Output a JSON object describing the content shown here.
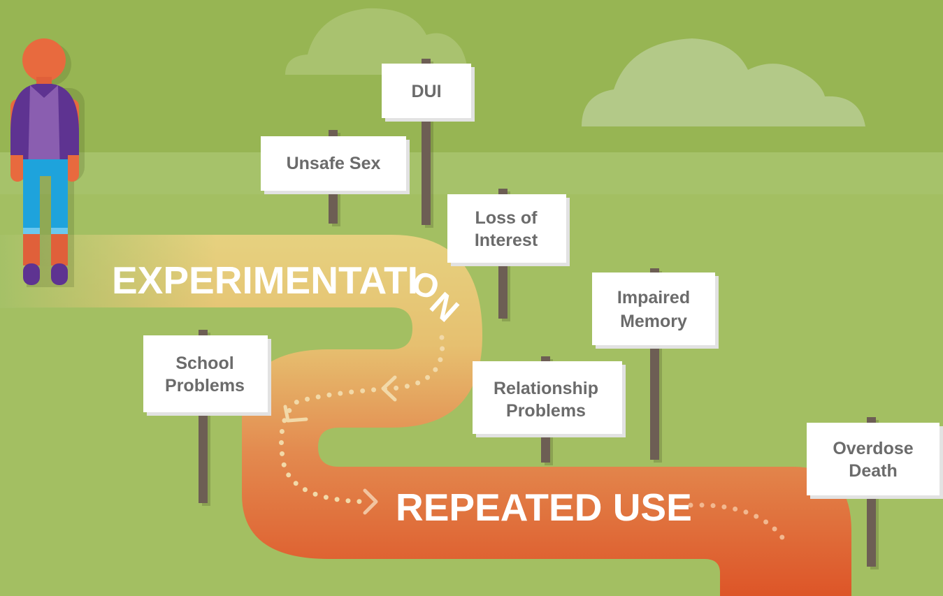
{
  "stages": {
    "first": "EXPERIMENTATI",
    "first_curved_letters": [
      "O",
      "N"
    ],
    "second": "REPEATED USE"
  },
  "signs": [
    {
      "id": "dui",
      "lines": [
        "DUI"
      ]
    },
    {
      "id": "unsafe-sex",
      "lines": [
        "Unsafe Sex"
      ]
    },
    {
      "id": "loss-of-interest",
      "lines": [
        "Loss of",
        "Interest"
      ]
    },
    {
      "id": "impaired-memory",
      "lines": [
        "Impaired",
        "Memory"
      ]
    },
    {
      "id": "school-problems",
      "lines": [
        "School",
        "Problems"
      ]
    },
    {
      "id": "relationship-problems",
      "lines": [
        "Relationship",
        "Problems"
      ]
    },
    {
      "id": "overdose-death",
      "lines": [
        "Overdose",
        "Death"
      ]
    }
  ],
  "colors": {
    "sky": "#97b553",
    "ground": "#a5c167",
    "cloud": "#b3c988",
    "path_light": "#e6cf7d",
    "path_dark": "#de5a2c",
    "sign": "#ffffff",
    "sign_shadow": "#e2e2e2",
    "post": "#6d5e54",
    "sign_text": "#6b6b6b",
    "person_head": "#e86a3e",
    "person_jacket": "#5e3391",
    "person_shirt": "#8a5eb0",
    "person_pants": "#1ea3dc"
  }
}
